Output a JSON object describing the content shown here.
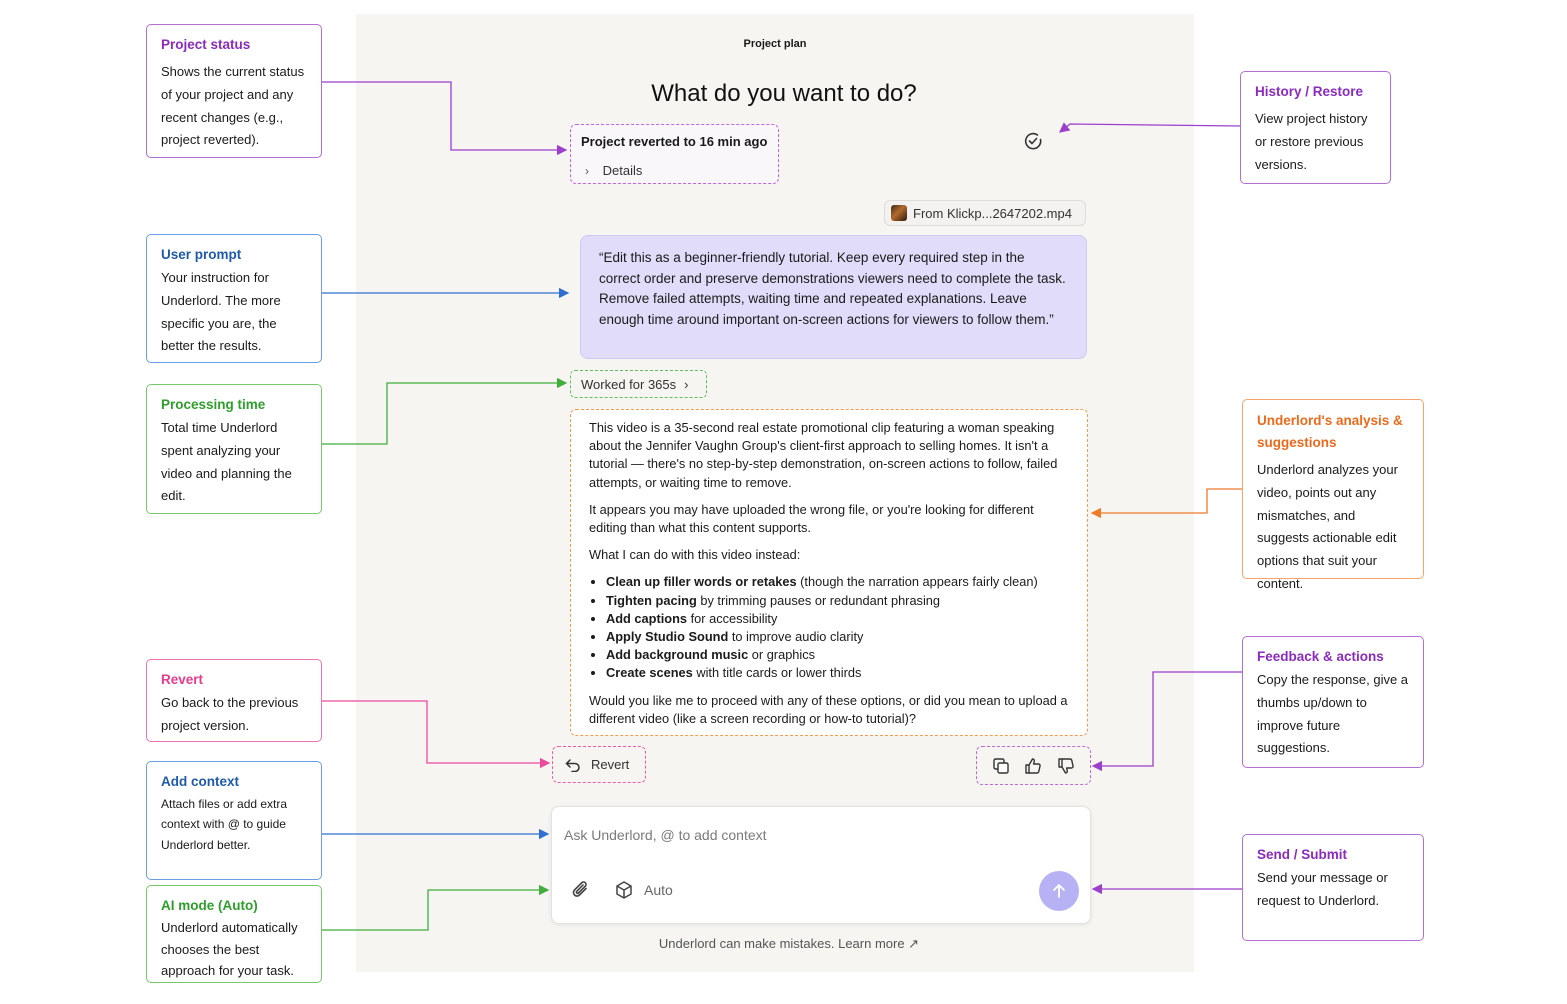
{
  "app": {
    "panel_title": "Project plan",
    "heading": "What do you want to do?"
  },
  "status": {
    "title": "Project reverted to 16 min ago",
    "details_label": "Details"
  },
  "file_chip": {
    "label": "From Klickp...2647202.mp4"
  },
  "prompt": {
    "text": "“Edit this as a beginner-friendly tutorial. Keep every required step in the correct order and preserve demonstrations viewers need to complete the task. Remove failed attempts, waiting time and repeated explanations. Leave enough time around important on-screen actions for viewers to follow them.”"
  },
  "worked": {
    "label": "Worked for 365s"
  },
  "analysis": {
    "para1": "This video is a 35-second real estate promotional clip featuring a woman speaking about the Jennifer Vaughn Group's client-first approach to selling homes. It isn't a tutorial — there's no step-by-step demonstration, on-screen actions to follow, failed attempts, or waiting time to remove.",
    "para2": "It appears you may have uploaded the wrong file, or you're looking for different editing than what this content supports.",
    "para3": "What I can do with this video instead:",
    "options": [
      {
        "bold": "Clean up filler words or retakes",
        "rest": " (though the narration appears fairly clean)"
      },
      {
        "bold": "Tighten pacing",
        "rest": " by trimming pauses or redundant phrasing"
      },
      {
        "bold": "Add captions",
        "rest": " for accessibility"
      },
      {
        "bold": "Apply Studio Sound",
        "rest": " to improve audio clarity"
      },
      {
        "bold": "Add background music",
        "rest": " or graphics"
      },
      {
        "bold": "Create scenes",
        "rest": " with title cards or lower thirds"
      }
    ],
    "para4": "Would you like me to proceed with any of these options, or did you mean to upload a different video (like a screen recording or how-to tutorial)?"
  },
  "revert": {
    "label": "Revert"
  },
  "composer": {
    "placeholder": "Ask Underlord, @ to add context",
    "mode_label": "Auto"
  },
  "disclaimer": "Underlord can make mistakes. Learn more ↗",
  "callouts": {
    "project_status": {
      "title": "Project status",
      "body": "Shows the current status of your project and any recent changes (e.g., project reverted)."
    },
    "history_restore": {
      "title": "History / Restore",
      "body": "View project history or restore previous versions."
    },
    "user_prompt": {
      "title": "User prompt",
      "body": "Your instruction for Underlord. The more specific you are, the better the results."
    },
    "processing_time": {
      "title": "Processing time",
      "body": "Total time Underlord spent analyzing your video and planning the edit."
    },
    "analysis": {
      "title": "Underlord's analysis & suggestions",
      "body": "Underlord analyzes your video, points out any mismatches, and suggests actionable edit options that suit your content."
    },
    "revert": {
      "title": "Revert",
      "body": "Go back to the previous project version."
    },
    "feedback": {
      "title": "Feedback & actions",
      "body": "Copy the response, give a thumbs up/down to improve future suggestions."
    },
    "add_context": {
      "title": "Add context",
      "body": "Attach files or add extra context with @ to guide Underlord better."
    },
    "ai_mode": {
      "title": "AI mode (Auto)",
      "body": "Underlord automatically chooses the best approach for your task."
    },
    "send": {
      "title": "Send / Submit",
      "body": "Send your message or request to Underlord."
    }
  },
  "colors": {
    "purple": "#b36fd4",
    "blue": "#2e6fd0",
    "green": "#4cb84a",
    "orange": "#f07a2a",
    "pink": "#ec4a9c",
    "prompt_bg": "#e1dcf9",
    "send_button": "#b7b2f4"
  }
}
